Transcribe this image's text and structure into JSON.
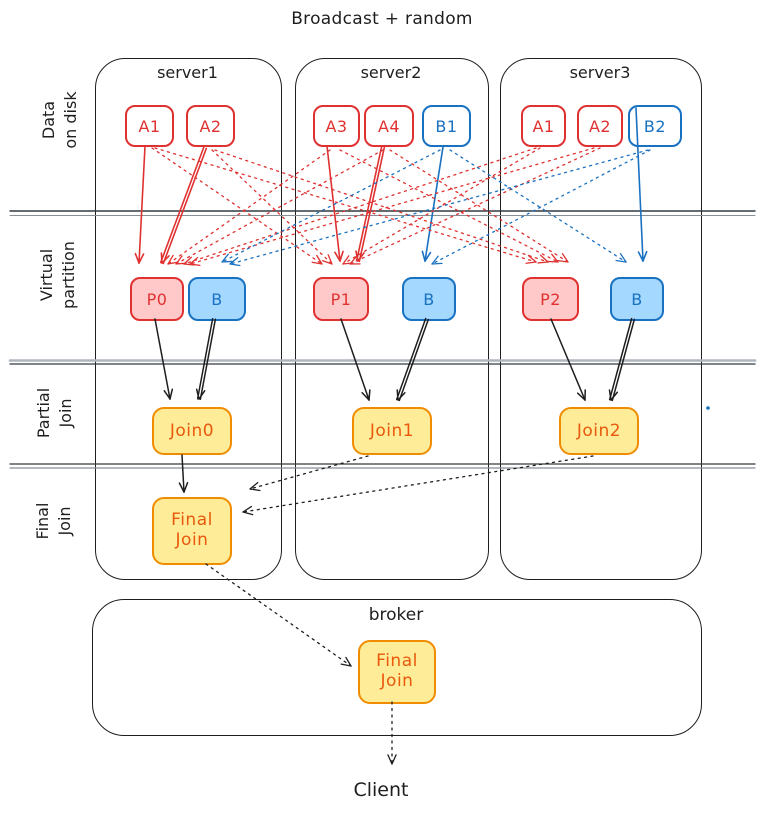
{
  "title": "Broadcast + random",
  "row_labels": {
    "disk": {
      "line1": "Data",
      "line2": "on disk"
    },
    "virtual": {
      "line1": "Virtual",
      "line2": "partition"
    },
    "partial": {
      "line1": "Partial",
      "line2": "Join"
    },
    "final": {
      "line1": "Final",
      "line2": "Join"
    }
  },
  "servers": [
    {
      "name": "server1",
      "disk_nodes": [
        {
          "label": "A1",
          "color": "red"
        },
        {
          "label": "A2",
          "color": "red"
        }
      ],
      "partitions": [
        {
          "label": "P0",
          "color": "red"
        },
        {
          "label": "B",
          "color": "blue"
        }
      ],
      "partial_join": "Join0"
    },
    {
      "name": "server2",
      "disk_nodes": [
        {
          "label": "A3",
          "color": "red"
        },
        {
          "label": "A4",
          "color": "red"
        },
        {
          "label": "B1",
          "color": "blue"
        }
      ],
      "partitions": [
        {
          "label": "P1",
          "color": "red"
        },
        {
          "label": "B",
          "color": "blue"
        }
      ],
      "partial_join": "Join1"
    },
    {
      "name": "server3",
      "disk_nodes": [
        {
          "label": "A1",
          "color": "red"
        },
        {
          "label": "A2",
          "color": "red"
        },
        {
          "label": "B2",
          "color": "blue"
        }
      ],
      "partitions": [
        {
          "label": "P2",
          "color": "red"
        },
        {
          "label": "B",
          "color": "blue"
        }
      ],
      "partial_join": "Join2"
    }
  ],
  "final_join_server1": {
    "line1": "Final",
    "line2": "Join"
  },
  "broker": {
    "name": "broker",
    "final_join": {
      "line1": "Final",
      "line2": "Join"
    }
  },
  "client_label": "Client",
  "edges": {
    "solid_red_local": [
      "A1@server1→P0",
      "A2@server1→P0",
      "A3@server2→P1",
      "A4@server2→P1"
    ],
    "solid_blue_local": [
      "B1@server2→B@server2",
      "B2@server3→B@server3"
    ],
    "dotted_red_random": [
      "A1@server1→P1",
      "A1@server1→P2",
      "A2@server1→P1",
      "A2@server1→P2",
      "A3@server2→P0",
      "A3@server2→P2",
      "A4@server2→P0",
      "A4@server2→P2",
      "A1@server3→P0",
      "A1@server3→P1",
      "A2@server3→P0",
      "A2@server3→P1"
    ],
    "dotted_blue_broadcast": [
      "B1@server2→B@server1",
      "B1@server2→B@server3",
      "B2@server3→B@server1",
      "B2@server3→B@server2"
    ],
    "solid_black": [
      "P0→Join0",
      "B@server1→Join0",
      "P1→Join1",
      "B@server2→Join1",
      "P2→Join2",
      "B@server3→Join2",
      "Join0→FinalJoin@server1"
    ],
    "dotted_black": [
      "Join1→FinalJoin@server1",
      "Join2→FinalJoin@server1",
      "FinalJoin@server1→FinalJoin@broker",
      "FinalJoin@broker→Client"
    ]
  },
  "colors": {
    "red": "#e03131",
    "red_fill": "#ffc9c9",
    "blue": "#1971c2",
    "blue_fill": "#a5d8ff",
    "orange_stroke": "#f08c00",
    "orange_text": "#e8590c",
    "yellow_fill": "#ffec99",
    "ink": "#1e1e1e"
  }
}
